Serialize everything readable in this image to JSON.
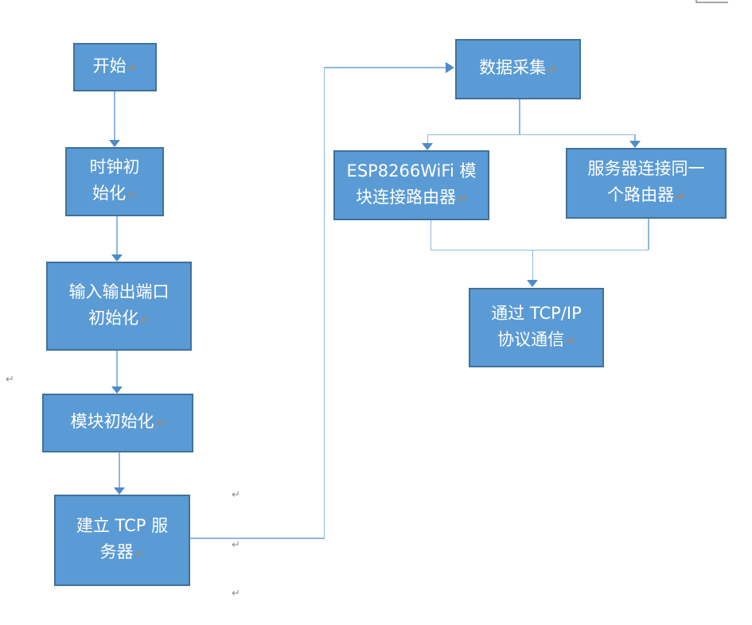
{
  "flowchart": {
    "title": "ESP8266 WiFi TCP communication flowchart",
    "nodes": [
      {
        "id": "start",
        "lines": [
          "开始"
        ]
      },
      {
        "id": "clock-init",
        "lines": [
          "时钟初",
          "始化"
        ]
      },
      {
        "id": "io-init",
        "lines": [
          "输入输出端口",
          "初始化"
        ]
      },
      {
        "id": "module-init",
        "lines": [
          "模块初始化"
        ]
      },
      {
        "id": "tcp-server",
        "lines": [
          "建立 TCP 服",
          "务器"
        ]
      },
      {
        "id": "data-collect",
        "lines": [
          "数据采集"
        ]
      },
      {
        "id": "esp-wifi",
        "lines": [
          "ESP8266WiFi 模",
          "块连接路由器"
        ]
      },
      {
        "id": "server-router",
        "lines": [
          "服务器连接同一",
          "个路由器"
        ]
      },
      {
        "id": "tcpip-comm",
        "lines": [
          "通过 TCP/IP",
          "协议通信"
        ]
      }
    ],
    "edges": [
      {
        "from": "start",
        "to": "clock-init"
      },
      {
        "from": "clock-init",
        "to": "io-init"
      },
      {
        "from": "io-init",
        "to": "module-init"
      },
      {
        "from": "module-init",
        "to": "tcp-server"
      },
      {
        "from": "tcp-server",
        "to": "data-collect"
      },
      {
        "from": "data-collect",
        "to": "esp-wifi"
      },
      {
        "from": "data-collect",
        "to": "server-router"
      },
      {
        "from": "esp-wifi",
        "to": "tcpip-comm"
      },
      {
        "from": "server-router",
        "to": "tcpip-comm"
      }
    ]
  },
  "marks": {
    "pilcrow": "↵"
  },
  "colors": {
    "node_fill": "#5b9bd5",
    "node_border": "#41719c",
    "connector_line": "#8fb8e0",
    "arrowhead": "#4e8bca",
    "pilcrow_inside": "#a58a66",
    "pilcrow_outside": "#8f8f8f",
    "crop_corner": "#a6a6a6",
    "page_background": "#ffffff"
  }
}
